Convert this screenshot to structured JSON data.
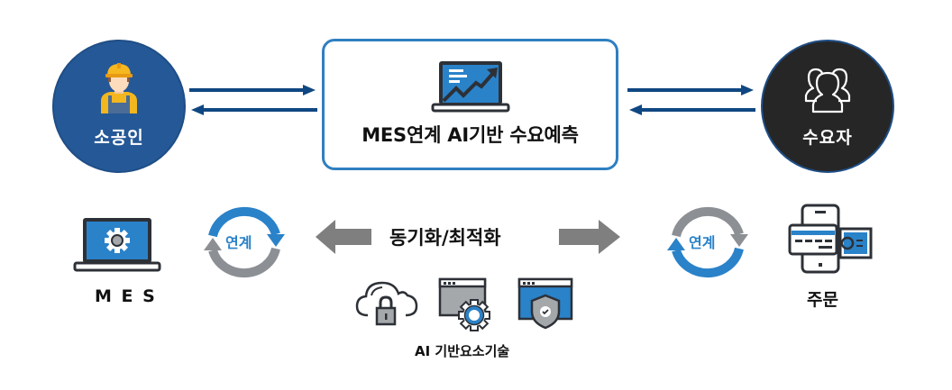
{
  "diagram": {
    "left_node": {
      "label": "소공인",
      "icon": "worker-icon",
      "color": "#255896"
    },
    "center_node": {
      "title": "MES연계 AI기반 수요예측",
      "icon": "laptop-chart-icon",
      "border_color": "#2f7fc1"
    },
    "right_node": {
      "label": "수요자",
      "icon": "users-icon",
      "color": "#262626"
    },
    "connector_color": "#0f4782",
    "mes": {
      "label": "M E S",
      "icon": "laptop-gear-icon"
    },
    "left_cycle": {
      "label": "연계",
      "icon": "cycle-arrows-icon"
    },
    "right_cycle": {
      "label": "연계",
      "icon": "cycle-arrows-icon"
    },
    "sync": {
      "label": "동기화/최적화",
      "arrow_color": "#7f7f7f"
    },
    "order": {
      "label": "주문",
      "icon": "mobile-payment-icon"
    },
    "ai_tech": {
      "label": "AI 기반요소기술",
      "icons": [
        "cloud-lock-icon",
        "window-gear-icon",
        "window-shield-icon"
      ]
    },
    "accent_blue": "#2a82c9",
    "accent_gray": "#8c9094"
  }
}
